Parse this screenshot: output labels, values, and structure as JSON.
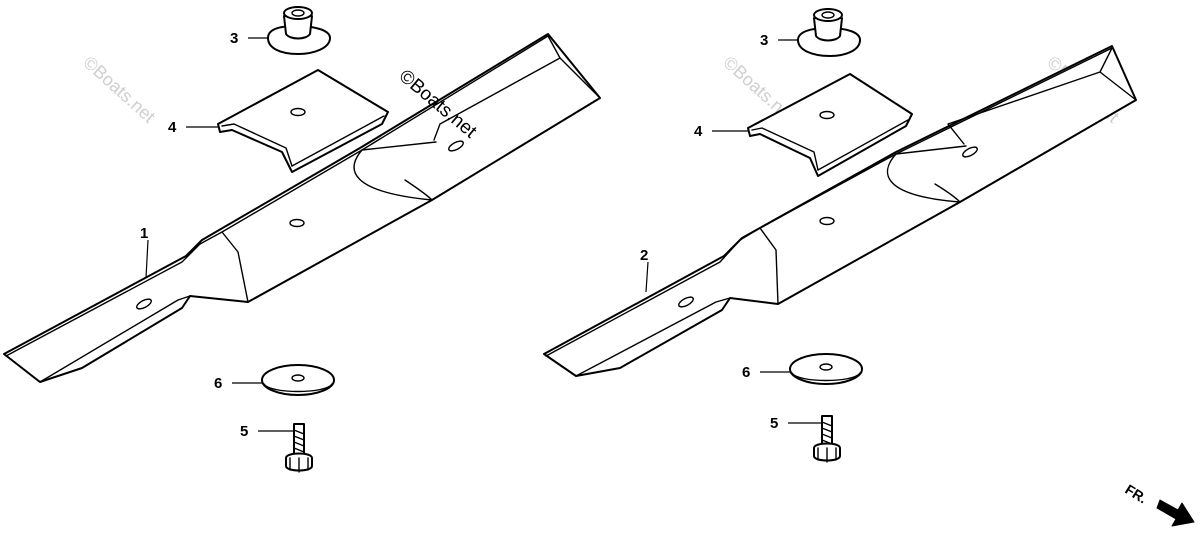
{
  "callouts": {
    "left": {
      "blade": "1",
      "nut": "3",
      "plate": "4",
      "washer": "6",
      "bolt": "5"
    },
    "right": {
      "blade": "2",
      "nut": "3",
      "plate": "4",
      "washer": "6",
      "bolt": "5"
    }
  },
  "watermarks": {
    "faint": "©Boats.net",
    "prominent": "©Boats.net"
  },
  "direction": {
    "label": "FR."
  }
}
